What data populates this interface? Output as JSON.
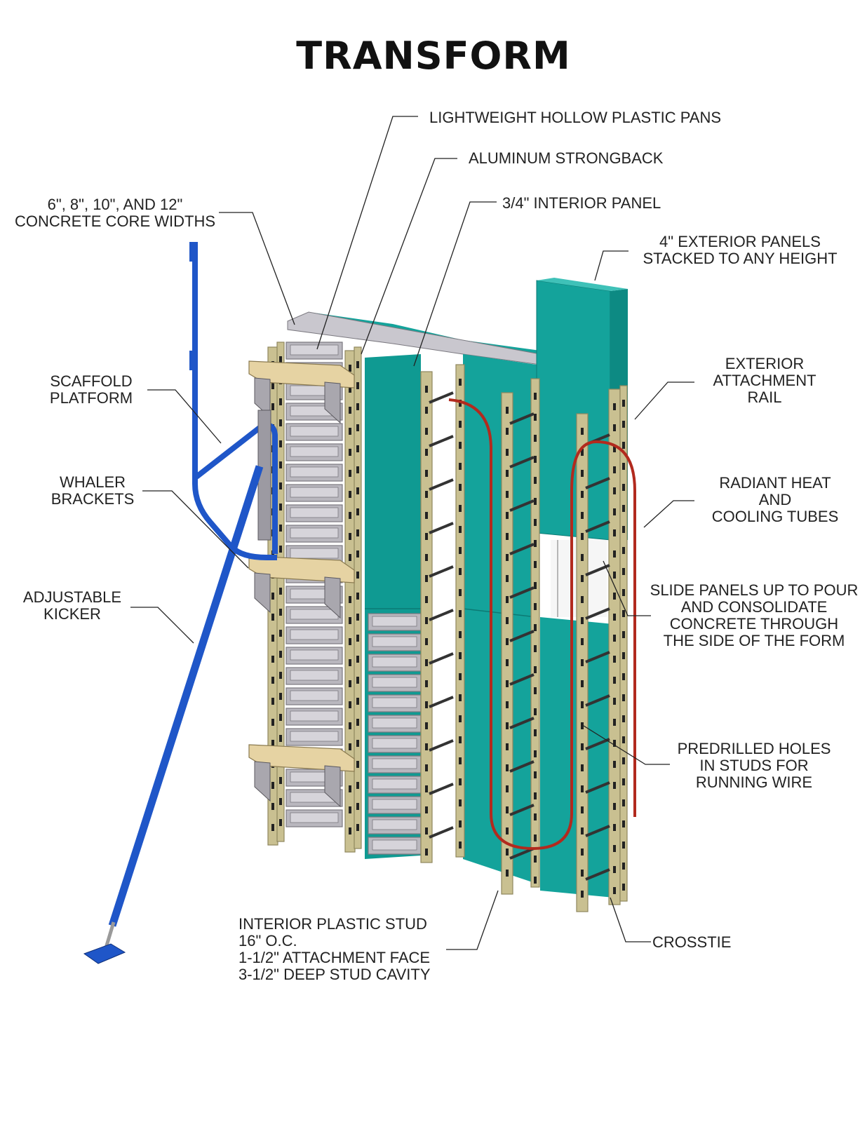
{
  "title": "TRANSFORM",
  "labels": {
    "pans": [
      "LIGHTWEIGHT HOLLOW PLASTIC PANS"
    ],
    "strongback": [
      "ALUMINUM STRONGBACK"
    ],
    "interior_panel": [
      "3/4\" INTERIOR PANEL"
    ],
    "core_widths": [
      "6\", 8\", 10\", AND 12\"",
      "CONCRETE CORE WIDTHS"
    ],
    "exterior_panels": [
      "4\" EXTERIOR PANELS",
      "STACKED TO ANY HEIGHT"
    ],
    "scaffold": [
      "SCAFFOLD",
      "PLATFORM"
    ],
    "attachment_rail": [
      "EXTERIOR",
      "ATTACHMENT",
      "RAIL"
    ],
    "whaler": [
      "WHALER",
      "BRACKETS"
    ],
    "radiant": [
      "RADIANT HEAT",
      "AND",
      "COOLING TUBES"
    ],
    "kicker": [
      "ADJUSTABLE",
      "KICKER"
    ],
    "slide": [
      "SLIDE PANELS UP TO POUR",
      "AND CONSOLIDATE",
      "CONCRETE THROUGH",
      "THE SIDE OF THE FORM"
    ],
    "predrilled": [
      "PREDRILLED HOLES",
      "IN STUDS FOR",
      "RUNNING WIRE"
    ],
    "stud": [
      "INTERIOR PLASTIC STUD",
      "16\" O.C.",
      "1-1/2\" ATTACHMENT FACE",
      "3-1/2\" DEEP STUD CAVITY"
    ],
    "crosstie": [
      "CROSSTIE"
    ]
  },
  "colors": {
    "teal": "#14a39b",
    "teal_dark": "#0e857e",
    "stud": "#c9c091",
    "stud_dark": "#8f875e",
    "pan": "#b9b7be",
    "pan_dark": "#7b7980",
    "wood": "#e6d3a3",
    "steel": "#8e8e94",
    "blue": "#1f56c8",
    "tube": "#b22a1e",
    "leader": "#222222"
  }
}
